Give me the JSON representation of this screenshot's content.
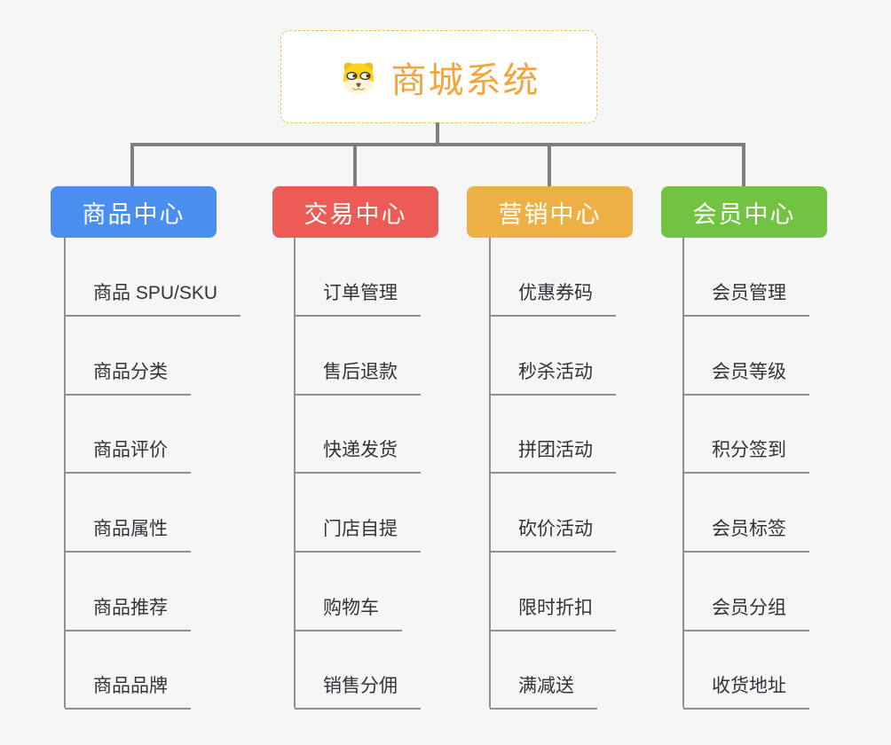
{
  "root": {
    "title": "商城系统",
    "icon": "dog-face-icon"
  },
  "branches": [
    {
      "label": "商品中心",
      "color": "#4a8ff0",
      "children": [
        "商品 SPU/SKU",
        "商品分类",
        "商品评价",
        "商品属性",
        "商品推荐",
        "商品品牌"
      ]
    },
    {
      "label": "交易中心",
      "color": "#ea5c55",
      "children": [
        "订单管理",
        "售后退款",
        "快递发货",
        "门店自提",
        "购物车",
        "销售分佣"
      ]
    },
    {
      "label": "营销中心",
      "color": "#edb044",
      "children": [
        "优惠券码",
        "秒杀活动",
        "拼团活动",
        "砍价活动",
        "限时折扣",
        "满减送"
      ]
    },
    {
      "label": "会员中心",
      "color": "#72c342",
      "children": [
        "会员管理",
        "会员等级",
        "积分签到",
        "会员标签",
        "会员分组",
        "收货地址"
      ]
    }
  ],
  "colors": {
    "canvas_bg": "#f6f6f6",
    "root_border": "#f5b955",
    "root_text": "#f3a53c",
    "connector": "#7f7f7f",
    "branch_line": "#8f8f8f",
    "child_underline": "#8f8f8f",
    "child_text": "#30343a"
  }
}
